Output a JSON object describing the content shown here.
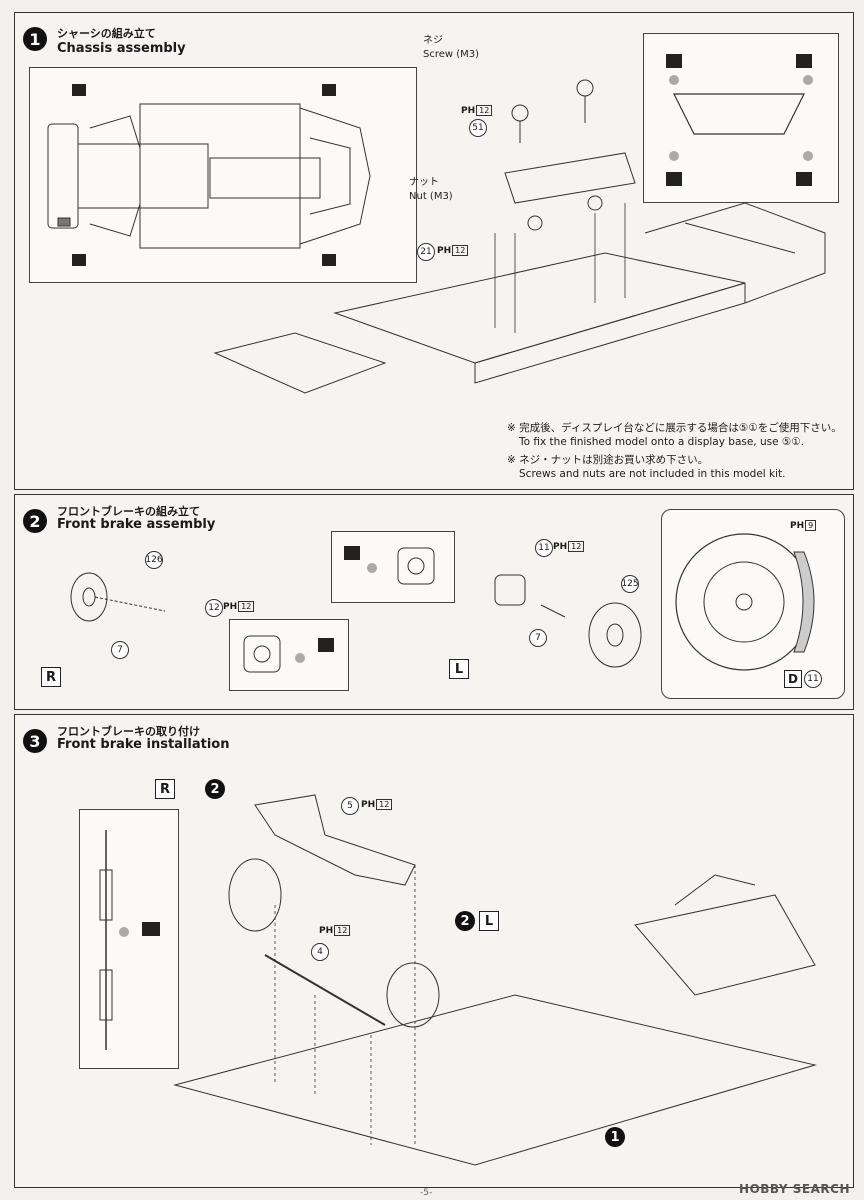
{
  "steps": [
    {
      "number": "1",
      "title_jp": "シャーシの組み立て",
      "title_en": "Chassis assembly",
      "labels": {
        "screw_jp": "ネジ",
        "screw_en": "Screw (M3)",
        "nut_jp": "ナット",
        "nut_en": "Nut (M3)",
        "part51": "51",
        "part21": "21",
        "ph": "PH",
        "ph_page": "12"
      },
      "notes": [
        "※ 完成後、ディスプレイ台などに展示する場合は⑤①をご使用下さい。",
        "To fix the finished model onto a display base, use ⑤①.",
        "※ ネジ・ナットは別途お買い求め下さい。",
        "Screws and nuts are not included in this model kit."
      ]
    },
    {
      "number": "2",
      "title_jp": "フロントブレーキの組み立て",
      "title_en": "Front brake assembly",
      "labels": {
        "part126": "126",
        "part12": "12",
        "part7": "7",
        "part11": "11",
        "part125": "125",
        "ph": "PH",
        "ph_page": "12",
        "ph_page9": "9",
        "right": "R",
        "left": "L",
        "d_letter": "D",
        "d_num": "11"
      }
    },
    {
      "number": "3",
      "title_jp": "フロントブレーキの取り付け",
      "title_en": "Front brake installation",
      "labels": {
        "right": "R",
        "left": "L",
        "step2": "2",
        "part5": "5",
        "part4": "4",
        "step1": "1",
        "ph": "PH",
        "ph_page": "12"
      }
    }
  ],
  "footer": {
    "logo": "HOBBY SEARCH",
    "page": "-5-"
  }
}
